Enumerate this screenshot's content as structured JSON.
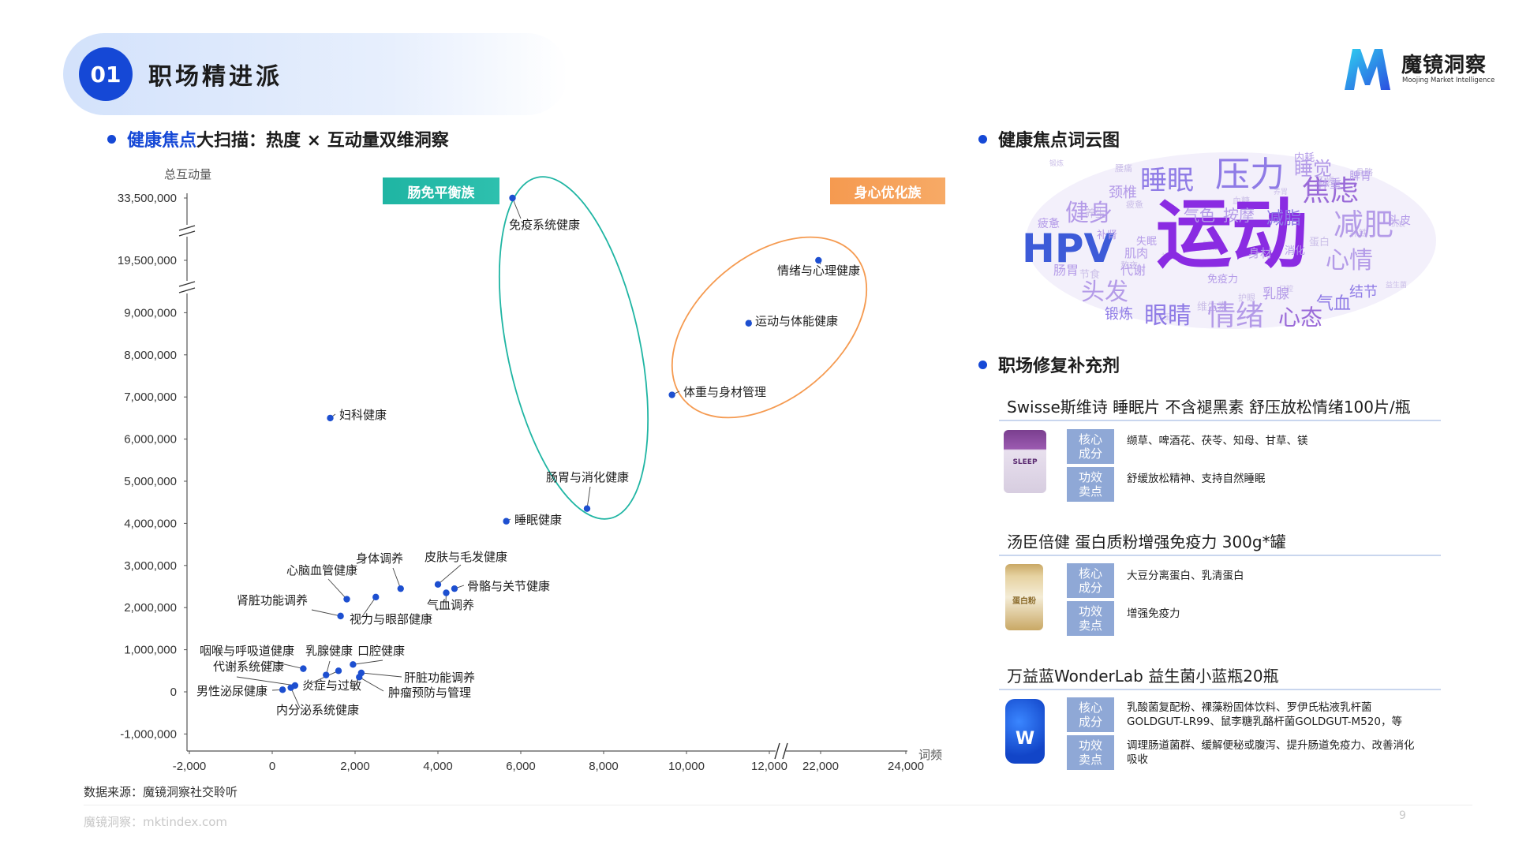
{
  "header": {
    "number": "01",
    "title": "职场精进派"
  },
  "logo": {
    "name": "魔镜洞察",
    "tagline": "Moojing Market Intelligence"
  },
  "left_section": {
    "title_highlight": "健康焦点",
    "title_rest": "大扫描：热度 × 互动量双维洞察"
  },
  "chart_data": {
    "type": "scatter",
    "title": "",
    "xlabel": "词频",
    "ylabel": "总互动量",
    "x_ticks": [
      "-2,000",
      "0",
      "2,000",
      "4,000",
      "6,000",
      "8,000",
      "10,000",
      "12,000",
      "22,000",
      "24,000"
    ],
    "y_ticks": [
      "33,500,000",
      "19,500,000",
      "9,000,000",
      "8,000,000",
      "7,000,000",
      "6,000,000",
      "5,000,000",
      "4,000,000",
      "3,000,000",
      "2,000,000",
      "1,000,000",
      "0",
      "-1,000,000"
    ],
    "axis_breaks": {
      "x": [
        12000,
        22000
      ],
      "y": [
        9000000,
        19500000,
        33500000
      ]
    },
    "groups": [
      {
        "label": "肠免平衡族",
        "color": "#1fb5a3",
        "members": [
          "免疫系统健康",
          "肠胃与消化健康"
        ]
      },
      {
        "label": "身心优化族",
        "color": "#f59a50",
        "members": [
          "情绪与心理健康",
          "运动与体能健康",
          "体重与身材管理"
        ]
      }
    ],
    "points": [
      {
        "label": "免疫系统健康",
        "x": 5800,
        "y": 33500000
      },
      {
        "label": "情绪与心理健康",
        "x": 21950,
        "y": 19500000
      },
      {
        "label": "运动与体能健康",
        "x": 11500,
        "y": 8750000
      },
      {
        "label": "体重与身材管理",
        "x": 9650,
        "y": 7050000
      },
      {
        "label": "妇科健康",
        "x": 1400,
        "y": 6500000
      },
      {
        "label": "肠胃与消化健康",
        "x": 7600,
        "y": 4350000
      },
      {
        "label": "睡眠健康",
        "x": 5650,
        "y": 4050000
      },
      {
        "label": "身体调养",
        "x": 3100,
        "y": 2450000
      },
      {
        "label": "皮肤与毛发健康",
        "x": 4000,
        "y": 2550000
      },
      {
        "label": "骨骼与关节健康",
        "x": 4400,
        "y": 2450000
      },
      {
        "label": "气血调养",
        "x": 4200,
        "y": 2350000
      },
      {
        "label": "心脑血管健康",
        "x": 1800,
        "y": 2200000
      },
      {
        "label": "视力与眼部健康",
        "x": 2500,
        "y": 2250000
      },
      {
        "label": "肾脏功能调养",
        "x": 1650,
        "y": 1800000
      },
      {
        "label": "咽喉与呼吸道健康",
        "x": 750,
        "y": 550000
      },
      {
        "label": "乳腺健康",
        "x": 1300,
        "y": 400000
      },
      {
        "label": "口腔健康",
        "x": 1950,
        "y": 650000
      },
      {
        "label": "代谢系统健康",
        "x": 550,
        "y": 150000
      },
      {
        "label": "肝脏功能调养",
        "x": 2150,
        "y": 450000
      },
      {
        "label": "炎症与过敏",
        "x": 1600,
        "y": 500000
      },
      {
        "label": "肿瘤预防与管理",
        "x": 2100,
        "y": 350000
      },
      {
        "label": "男性泌尿健康",
        "x": 250,
        "y": 50000
      },
      {
        "label": "内分泌系统健康",
        "x": 450,
        "y": 100000
      }
    ]
  },
  "right_section": {
    "wordcloud_title": "健康焦点词云图",
    "supplements_title": "职场修复补充剂"
  },
  "wordcloud": {
    "words": [
      {
        "text": "运动",
        "color": "#8a2be2",
        "weight": 5
      },
      {
        "text": "HPV",
        "color": "#3d5bd8",
        "weight": 4
      },
      {
        "text": "压力",
        "color": "#8f7be6",
        "weight": 3
      },
      {
        "text": "睡眠",
        "color": "#8f7be6",
        "weight": 3
      },
      {
        "text": "焦虑",
        "color": "#9a6ad8",
        "weight": 3
      },
      {
        "text": "减肥",
        "color": "#b49be8",
        "weight": 3
      },
      {
        "text": "健身",
        "color": "#b49be8",
        "weight": 2
      },
      {
        "text": "情绪",
        "color": "#b49be8",
        "weight": 2
      },
      {
        "text": "心态",
        "color": "#9a6ad8",
        "weight": 2
      },
      {
        "text": "眼睛",
        "color": "#8f7be6",
        "weight": 2
      },
      {
        "text": "头发",
        "color": "#b49be8",
        "weight": 2
      },
      {
        "text": "心情",
        "color": "#b49be8",
        "weight": 2
      },
      {
        "text": "睡觉",
        "color": "#b49be8",
        "weight": 1
      },
      {
        "text": "气血",
        "color": "#8f7be6",
        "weight": 1
      },
      {
        "text": "减脂",
        "color": "#8f7be6",
        "weight": 1
      },
      {
        "text": "按摩",
        "color": "#b49be8",
        "weight": 1
      },
      {
        "text": "气色",
        "color": "#b49be8",
        "weight": 1
      },
      {
        "text": "锻炼",
        "color": "#8f7be6",
        "weight": 1
      },
      {
        "text": "结节",
        "color": "#8f7be6",
        "weight": 1
      },
      {
        "text": "颈椎",
        "color": "#b49be8",
        "weight": 1
      },
      {
        "text": "体重",
        "color": "#b49be8",
        "weight": 1
      },
      {
        "text": "代谢",
        "color": "#b49be8",
        "weight": 1
      },
      {
        "text": "肌肉",
        "color": "#b49be8",
        "weight": 1
      },
      {
        "text": "肠胃",
        "color": "#b49be8",
        "weight": 1
      },
      {
        "text": "乳腺",
        "color": "#b49be8",
        "weight": 1
      },
      {
        "text": "身材",
        "color": "#b49be8",
        "weight": 1
      },
      {
        "text": "疲惫",
        "color": "#b49be8",
        "weight": 1
      },
      {
        "text": "内耗",
        "color": "#b49be8",
        "weight": 1
      },
      {
        "text": "脾胃",
        "color": "#b49be8",
        "weight": 1
      },
      {
        "text": "头皮",
        "color": "#b49be8",
        "weight": 1
      },
      {
        "text": "消化",
        "color": "#b49be8",
        "weight": 1
      },
      {
        "text": "免疫力",
        "color": "#b49be8",
        "weight": 1
      },
      {
        "text": "失眠",
        "color": "#b49be8",
        "weight": 1
      },
      {
        "text": "补肾",
        "color": "#b49be8",
        "weight": 1
      }
    ]
  },
  "products": [
    {
      "title": "Swisse斯维诗 睡眠片 不含褪黑素 舒压放松情绪100片/瓶",
      "image_label": "SLEEP",
      "ingredients_label": "核心\n成分",
      "ingredients": "缬草、啤酒花、茯苓、知母、甘草、镁",
      "benefits_label": "功效\n卖点",
      "benefits": "舒缓放松精神、支持自然睡眠"
    },
    {
      "title": "汤臣倍健 蛋白质粉增强免疫力 300g*罐",
      "image_label": "蛋白粉",
      "ingredients_label": "核心\n成分",
      "ingredients": "大豆分离蛋白、乳清蛋白",
      "benefits_label": "功效\n卖点",
      "benefits": "增强免疫力"
    },
    {
      "title": "万益蓝WonderLab 益生菌小蓝瓶20瓶",
      "image_label": "W",
      "ingredients_label": "核心\n成分",
      "ingredients": "乳酸菌复配粉、裸藻粉固体饮料、罗伊氏粘液乳杆菌GOLDGUT-LR99、鼠李糖乳酪杆菌GOLDGUT-M520，等",
      "benefits_label": "功效\n卖点",
      "benefits": "调理肠道菌群、缓解便秘或腹泻、提升肠道免疫力、改善消化吸收"
    }
  ],
  "footer": {
    "source": "数据来源：魔镜洞察社交聆听",
    "site": "魔镜洞察：mktindex.com",
    "page": "9"
  },
  "colors": {
    "primary": "#1548d6",
    "teal": "#1fb5a3",
    "orange": "#f59a50",
    "badge": "#8fa8d6",
    "point": "#1d4fd0"
  }
}
